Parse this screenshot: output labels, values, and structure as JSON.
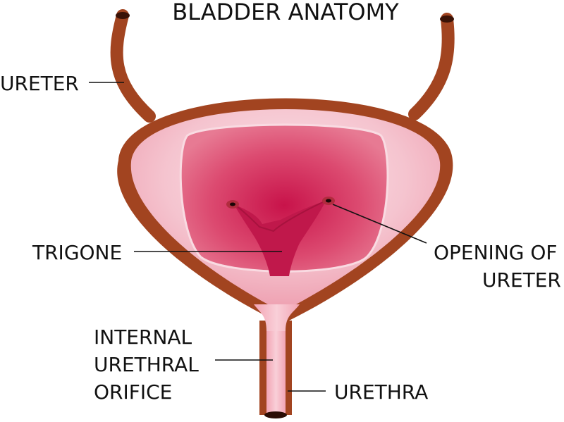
{
  "title": "BLADDER ANATOMY",
  "labels": {
    "ureter": "URETER",
    "trigone": "TRIGONE",
    "opening_line1": "OPENING OF",
    "opening_line2": "URETER",
    "internal_line1": "INTERNAL",
    "internal_line2": "URETHRAL",
    "internal_line3": "ORIFICE",
    "urethra": "URETHRA"
  },
  "colors": {
    "wall": "#a24420",
    "outer_pink": "#f2b6c2",
    "inner_red": "#d6345f",
    "trigone": "#c51e4f",
    "label_line": "#111111"
  }
}
